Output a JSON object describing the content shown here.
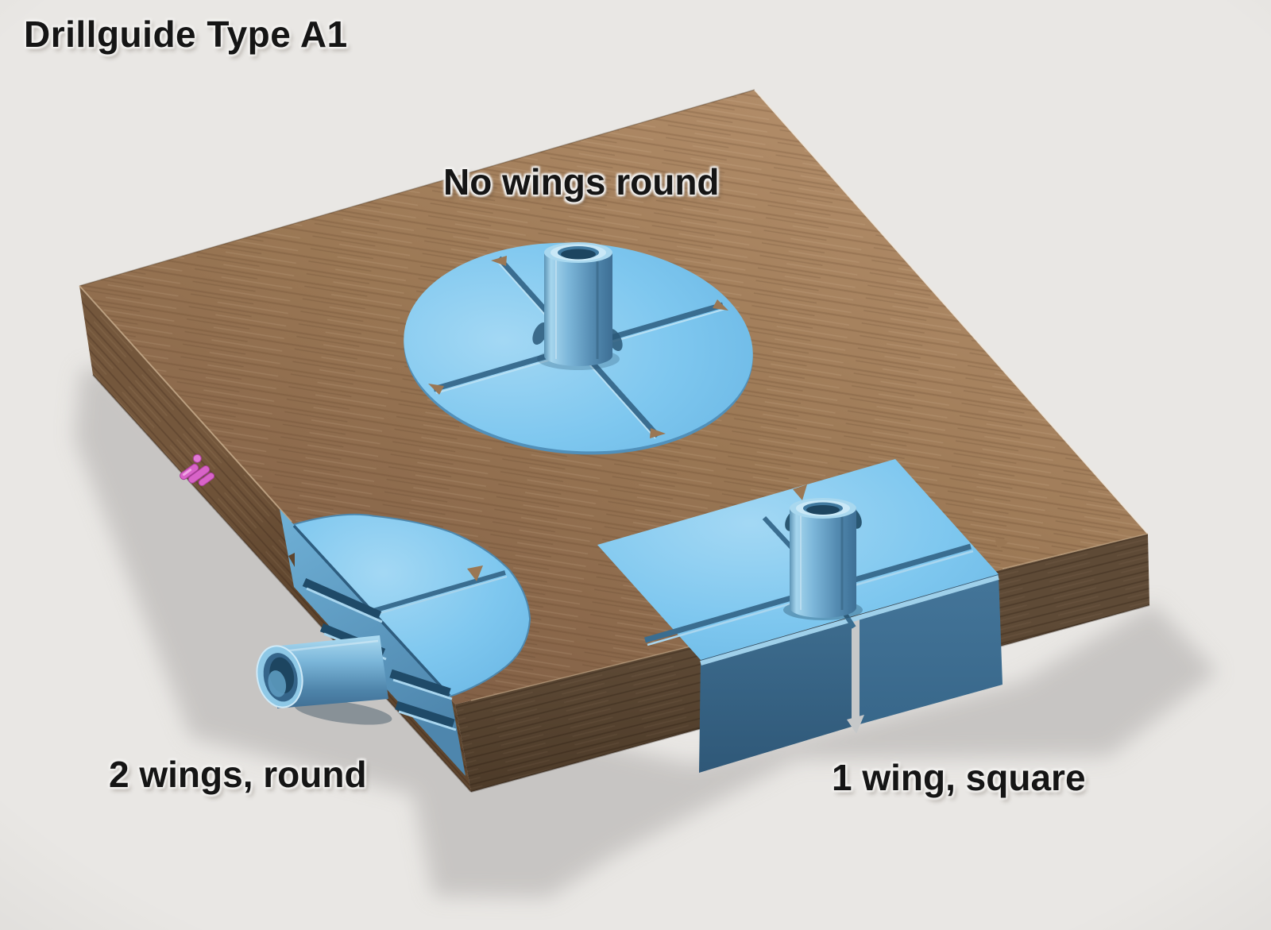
{
  "title": "Drillguide Type A1",
  "parts": [
    {
      "id": "no-wings-round",
      "label": "No wings round"
    },
    {
      "id": "two-wings-round",
      "label": "2 wings, round"
    },
    {
      "id": "one-wing-square",
      "label": "1 wing, square"
    }
  ],
  "colors": {
    "background": "#e9e7e4",
    "text": "#151515",
    "wood-top": "#9a7754",
    "wood-top-light": "#b18c68",
    "wood-top-dark": "#826046",
    "wood-side-left": "#74573c",
    "wood-side-left-dark": "#5e452e",
    "wood-side-right": "#5e4a36",
    "wood-side-right-dark": "#4c3a28",
    "guide-blue-light": "#a3d8f4",
    "guide-blue": "#7ec7ef",
    "guide-blue-mid": "#5f9ec6",
    "guide-blue-deep": "#4e86ad",
    "wing-dark-blue": "#3d6c8e",
    "bore-dark": "#1d4560",
    "groove-blue": "#3a6d90",
    "pink-accent": "#d863c8",
    "shadow": "#c2c0be"
  }
}
